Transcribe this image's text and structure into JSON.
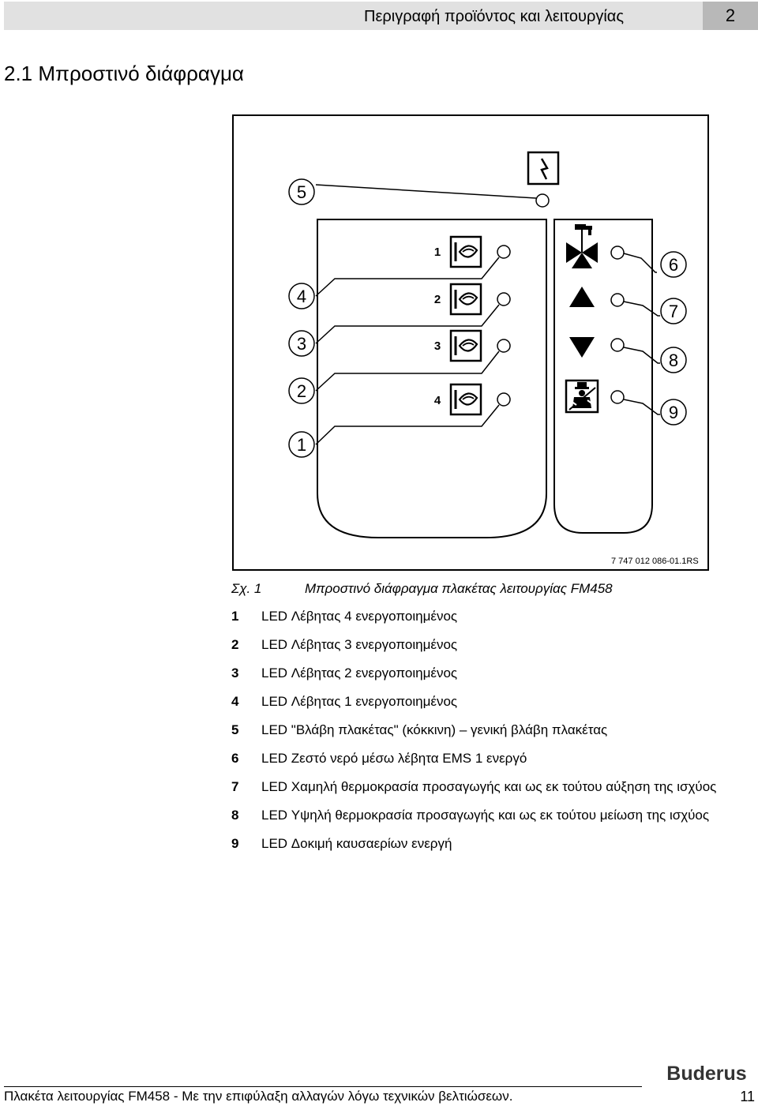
{
  "header": {
    "title": "Περιγραφή προϊόντος και λειτουργίας",
    "chapter": "2"
  },
  "section": {
    "title": "2.1 Μπροστινό διάφραγμα"
  },
  "figure": {
    "drawing_code": "7 747 012 086-01.1RS",
    "caption_number": "Σχ. 1",
    "caption_text": "Μπροστινό διάφραγμα πλακέτας λειτουργίας FM458",
    "callouts": [
      "1",
      "2",
      "3",
      "4",
      "5",
      "6",
      "7",
      "8",
      "9"
    ],
    "boiler_labels": [
      "1",
      "2",
      "3",
      "4"
    ]
  },
  "legend": [
    {
      "num": "1",
      "text": "LED Λέβητας 4 ενεργοποιημένος"
    },
    {
      "num": "2",
      "text": "LED Λέβητας 3 ενεργοποιημένος"
    },
    {
      "num": "3",
      "text": "LED Λέβητας 2 ενεργοποιημένος"
    },
    {
      "num": "4",
      "text": "LED Λέβητας 1 ενεργοποιημένος"
    },
    {
      "num": "5",
      "text": "LED \"Βλάβη πλακέτας\" (κόκκινη) – γενική βλάβη πλακέτας"
    },
    {
      "num": "6",
      "text": "LED Ζεστό νερό μέσω λέβητα EMS 1 ενεργό"
    },
    {
      "num": "7",
      "text": "LED Χαμηλή θερμοκρασία προσαγωγής και ως εκ τούτου αύξηση της ισχύος"
    },
    {
      "num": "8",
      "text": "LED Υψηλή θερμοκρασία προσαγωγής και ως εκ τούτου μείωση της ισχύος"
    },
    {
      "num": "9",
      "text": "LED Δοκιμή καυσαερίων ενεργή"
    }
  ],
  "footer": {
    "text": "Πλακέτα λειτουργίας FM458 - Με την επιφύλαξη αλλαγών λόγω τεχνικών βελτιώσεων.",
    "page": "11",
    "logo_text": "Buderus"
  }
}
